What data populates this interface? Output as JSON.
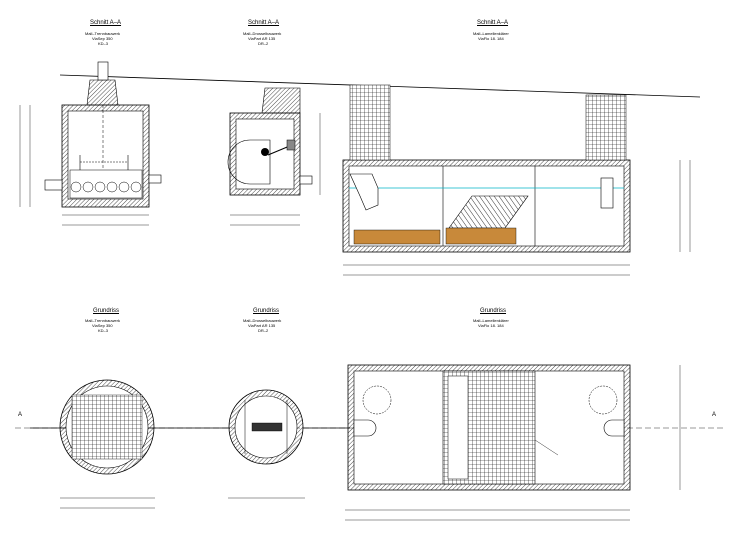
{
  "sections": [
    {
      "title": "Schnitt A–A",
      "line1": "Mall–Trennbauwerk",
      "line2": "ViaSep 350",
      "line3": "KD–3"
    },
    {
      "title": "Schnitt A–A",
      "line1": "Mall–Drosselbauwerk",
      "line2": "ViaPart AR 135",
      "line3": "DR–2"
    },
    {
      "title": "Schnitt A–A",
      "line1": "Mall–Lamellenklärer",
      "line2": "ViaFlo 18. 184",
      "line3": ""
    }
  ],
  "plans": [
    {
      "title": "Grundriss",
      "line1": "Mall–Trennbauwerk",
      "line2": "ViaSep 350",
      "line3": "KD–3"
    },
    {
      "title": "Grundriss",
      "line1": "Mall–Drosselbauwerk",
      "line2": "ViaPart AR 135",
      "line3": "DR–2"
    },
    {
      "title": "Grundriss",
      "line1": "Mall–Lamellenklärer",
      "line2": "ViaFlo 18. 184",
      "line3": ""
    }
  ],
  "section_marker": "A",
  "colors": {
    "line": "#000000",
    "water_level": "#00b4c8",
    "sludge": "#c8893a",
    "note": "#e08000"
  }
}
